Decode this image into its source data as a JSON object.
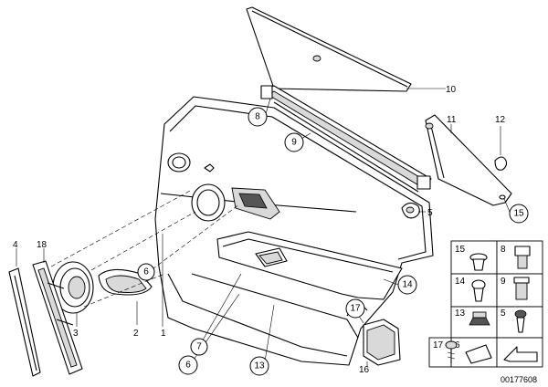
{
  "diagram": {
    "part_labels": {
      "p1": "1",
      "p2": "2",
      "p3": "3",
      "p4": "4",
      "p5": "5",
      "p6a": "6",
      "p6b": "6",
      "p7": "7",
      "p8": "8",
      "p9": "9",
      "p10": "10",
      "p11": "11",
      "p12": "12",
      "p13a": "13",
      "p13b": "13",
      "p14": "14",
      "p15": "15",
      "p16": "16",
      "p17": "17",
      "p18": "18"
    },
    "legend_grid": {
      "c15": "15",
      "c8": "8",
      "c14": "14",
      "c9": "9",
      "c13": "13",
      "c5": "5",
      "c17": "17",
      "c6": "6"
    },
    "document_number": "00177608"
  }
}
